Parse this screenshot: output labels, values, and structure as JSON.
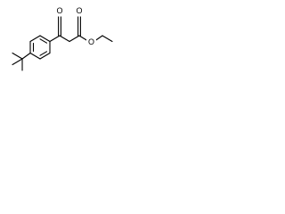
{
  "diagram": {
    "type": "chemical-structure",
    "atoms": {
      "ketone_oxygen": "O",
      "ester_oxygen_carbonyl": "O",
      "ester_oxygen_bridge": "O"
    }
  }
}
